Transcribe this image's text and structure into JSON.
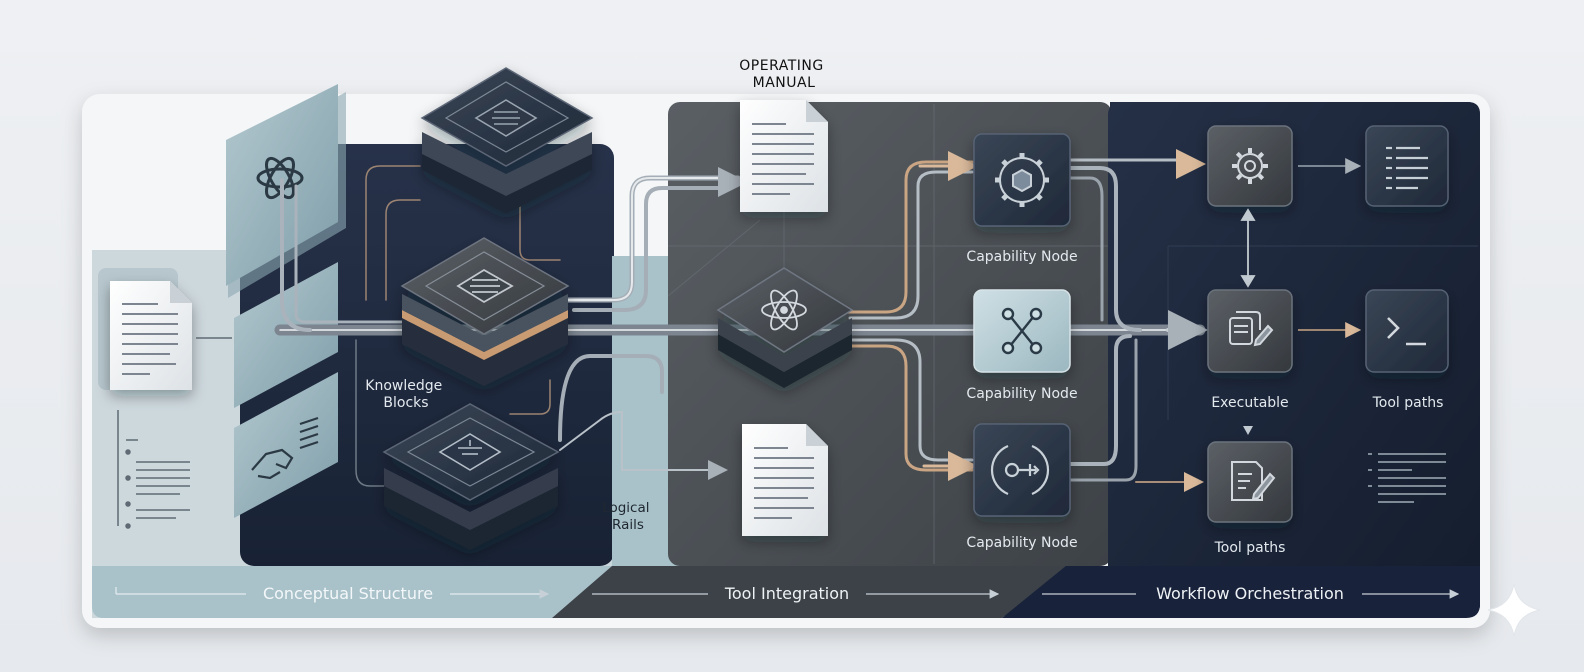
{
  "header": {
    "operating_manual": [
      "OPERATING",
      "MANUAL"
    ]
  },
  "labels": {
    "knowledge_blocks": [
      "Knowledge",
      "Blocks"
    ],
    "logical_rails": [
      "Logical",
      "Rails"
    ],
    "capability_node_1": "Capability Node",
    "capability_node_2": "Capability Node",
    "capability_node_3": "Capability Node",
    "executable": "Executable",
    "tool_paths_right": "Tool paths",
    "tool_paths_bottom": "Tool paths"
  },
  "stages": [
    {
      "label": "Conceptual Structure"
    },
    {
      "label": "Tool Integration"
    },
    {
      "label": "Workflow Orchestration"
    }
  ],
  "icons": [
    "openai-logo-icon",
    "document-icon",
    "layered-chip-icon",
    "atom-icon",
    "gear-cube-icon",
    "network-icon",
    "key-node-icon",
    "gear-icon",
    "list-icon",
    "edit-document-icon",
    "terminal-icon",
    "sparkle-icon"
  ],
  "colors": {
    "dark_panel": "#1c2636",
    "mid_panel": "#4a4f54",
    "light_panel": "#a9c2ca",
    "accent_copper": "#c9a584",
    "rail_silver": "#bfc6cc"
  }
}
